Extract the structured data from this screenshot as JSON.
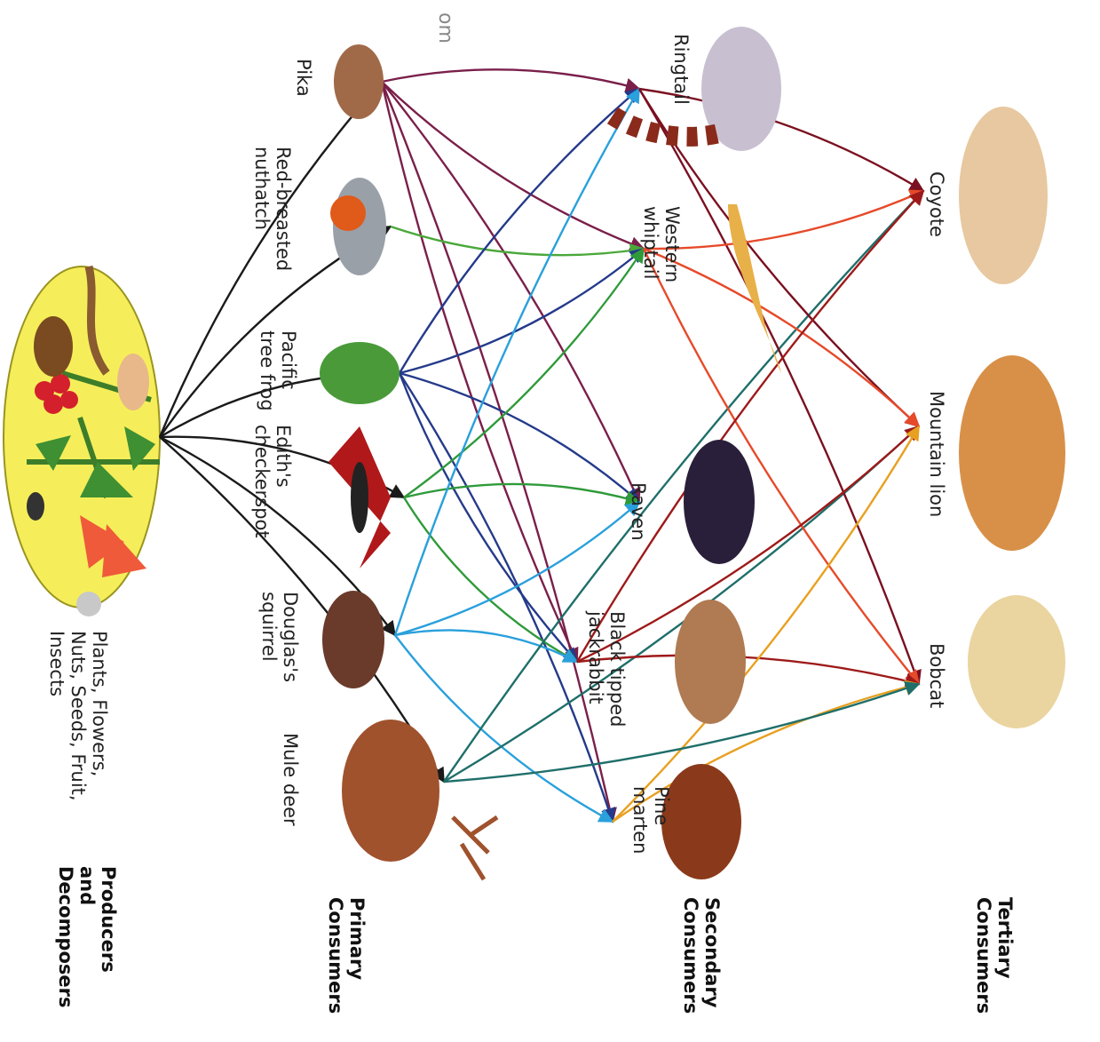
{
  "watermark": "om",
  "headers": {
    "producers": [
      "Producers",
      "and",
      "Decomposers"
    ],
    "primary": [
      "Primary",
      "Consumers"
    ],
    "secondary": [
      "Secondary",
      "Consumers"
    ],
    "tertiary": [
      "Tertiary",
      "Consumers"
    ]
  },
  "producers_label": [
    "Plants, Flowers,",
    "Nuts, Seeds, Fruit,",
    "Insects"
  ],
  "primary": [
    {
      "id": "pika",
      "lines": [
        "Pika"
      ]
    },
    {
      "id": "nuthatch",
      "lines": [
        "Red-breasted",
        "nuthatch"
      ]
    },
    {
      "id": "frog",
      "lines": [
        "Pacific",
        "tree frog"
      ]
    },
    {
      "id": "checkerspot",
      "lines": [
        "Edith's",
        "checkerspot"
      ]
    },
    {
      "id": "squirrel",
      "lines": [
        "Douglas's",
        "squirrel"
      ]
    },
    {
      "id": "deer",
      "lines": [
        "Mule deer"
      ]
    }
  ],
  "secondary": [
    {
      "id": "ringtail",
      "lines": [
        "Ringtail"
      ]
    },
    {
      "id": "whiptail",
      "lines": [
        "Western",
        "whiptail"
      ]
    },
    {
      "id": "raven",
      "lines": [
        "Raven"
      ]
    },
    {
      "id": "jackrabbit",
      "lines": [
        "Black tipped",
        "jackrabbit"
      ]
    },
    {
      "id": "marten",
      "lines": [
        "Pine",
        "marten"
      ]
    }
  ],
  "tertiary": [
    {
      "id": "coyote",
      "lines": [
        "Coyote"
      ]
    },
    {
      "id": "lion",
      "lines": [
        "Mountain lion"
      ]
    },
    {
      "id": "bobcat",
      "lines": [
        "Bobcat"
      ]
    }
  ],
  "colors": {
    "producer_fill": "#f5ee5a",
    "producer_arrow": "#1a1a1a",
    "pika": "#7a1f4a",
    "nuthatch": "#4aa83a",
    "frog": "#243a8a",
    "checkerspot": "#2f9a3a",
    "squirrel": "#2aa0dc",
    "deer": "#1f6f6a",
    "ringtail": "#7a1020",
    "whiptail": "#e64a2a",
    "jackrabbit": "#9e1a1a",
    "marten": "#e8a020"
  },
  "links": [
    [
      "producers",
      "pika"
    ],
    [
      "producers",
      "nuthatch"
    ],
    [
      "producers",
      "frog"
    ],
    [
      "producers",
      "checkerspot"
    ],
    [
      "producers",
      "squirrel"
    ],
    [
      "producers",
      "deer"
    ],
    [
      "pika",
      "ringtail"
    ],
    [
      "pika",
      "whiptail"
    ],
    [
      "pika",
      "raven"
    ],
    [
      "pika",
      "jackrabbit"
    ],
    [
      "pika",
      "marten"
    ],
    [
      "nuthatch",
      "whiptail"
    ],
    [
      "frog",
      "ringtail"
    ],
    [
      "frog",
      "whiptail"
    ],
    [
      "frog",
      "raven"
    ],
    [
      "frog",
      "jackrabbit"
    ],
    [
      "frog",
      "marten"
    ],
    [
      "checkerspot",
      "whiptail"
    ],
    [
      "checkerspot",
      "raven"
    ],
    [
      "checkerspot",
      "jackrabbit"
    ],
    [
      "squirrel",
      "ringtail"
    ],
    [
      "squirrel",
      "raven"
    ],
    [
      "squirrel",
      "jackrabbit"
    ],
    [
      "squirrel",
      "marten"
    ],
    [
      "deer",
      "coyote"
    ],
    [
      "deer",
      "lion"
    ],
    [
      "ringtail",
      "coyote"
    ],
    [
      "ringtail",
      "lion"
    ],
    [
      "ringtail",
      "bobcat"
    ],
    [
      "whiptail",
      "coyote"
    ],
    [
      "whiptail",
      "lion"
    ],
    [
      "whiptail",
      "bobcat"
    ],
    [
      "jackrabbit",
      "coyote"
    ],
    [
      "jackrabbit",
      "lion"
    ],
    [
      "jackrabbit",
      "bobcat"
    ],
    [
      "marten",
      "lion"
    ],
    [
      "marten",
      "bobcat"
    ],
    [
      "deer",
      "bobcat"
    ]
  ]
}
